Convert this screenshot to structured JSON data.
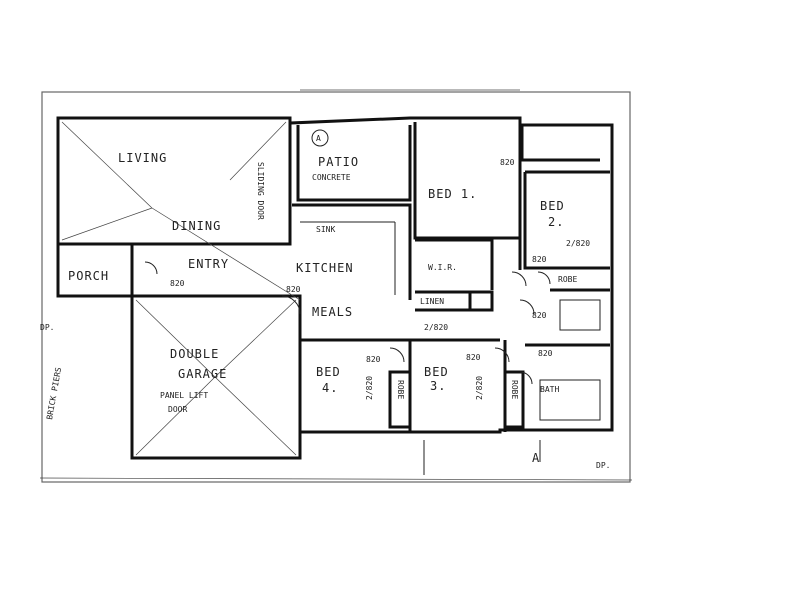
{
  "plan": {
    "rooms": {
      "living": "LIVING",
      "patio": "PATIO",
      "patio_sub": "CONCRETE",
      "patio_tag": "A",
      "bed1": "BED 1.",
      "bed2": "BED",
      "bed2_num": "2.",
      "dining": "DINING",
      "entry": "ENTRY",
      "kitchen": "KITCHEN",
      "porch": "PORCH",
      "meals": "MEALS",
      "wir": "W.I.R.",
      "linen": "LINEN",
      "double_garage": "DOUBLE",
      "garage_sub": "GARAGE",
      "panel_lift": "PANEL LIFT",
      "door": "DOOR",
      "bed4": "BED",
      "bed4_num": "4.",
      "bed3": "BED",
      "bed3_num": "3.",
      "bath": "BATH",
      "sliding_door": "SLIDING DOOR",
      "robe": "ROBE"
    },
    "labels": {
      "sink": "SINK",
      "bench_piers": "BRICK PIERS",
      "section_a": "A",
      "dp": "DP."
    },
    "dims": {
      "d820": "820",
      "d2820": "2/820"
    }
  }
}
